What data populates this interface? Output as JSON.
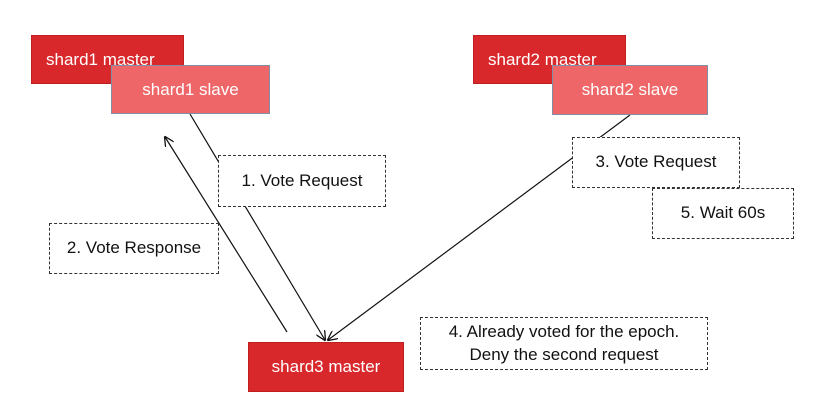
{
  "colors": {
    "master": "#d9282b",
    "slave": "#ee6667",
    "arrow": "#111111"
  },
  "nodes": {
    "shard1_master": "shard1 master",
    "shard1_slave": "shard1 slave",
    "shard2_master": "shard2 master",
    "shard2_slave": "shard2 slave",
    "shard3_master": "shard3 master"
  },
  "notes": {
    "vote_request_1": "1. Vote Request",
    "vote_response_2": "2. Vote Response",
    "vote_request_3": "3. Vote Request",
    "already_voted_4_line1": "4. Already voted for the epoch.",
    "already_voted_4_line2": "Deny the second request",
    "wait_5": "5. Wait 60s"
  }
}
